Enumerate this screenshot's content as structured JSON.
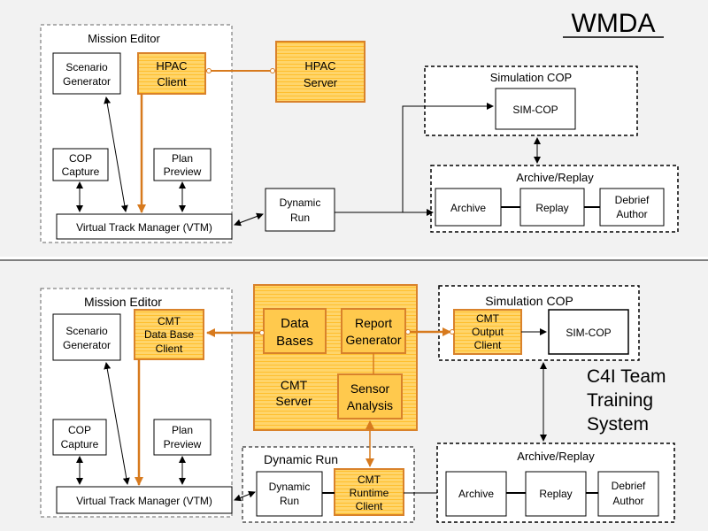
{
  "title": "WMDA",
  "top": {
    "mission_editor": "Mission Editor",
    "scenario_generator": [
      "Scenario",
      "Generator"
    ],
    "hpac_client": [
      "HPAC",
      "Client"
    ],
    "hpac_server": [
      "HPAC",
      "Server"
    ],
    "cop_capture": [
      "COP",
      "Capture"
    ],
    "plan_preview": [
      "Plan",
      "Preview"
    ],
    "vtm": "Virtual Track Manager (VTM)",
    "dynamic_run": [
      "Dynamic",
      "Run"
    ],
    "simulation_cop": "Simulation COP",
    "sim_cop": "SIM-COP",
    "archive_replay": "Archive/Replay",
    "archive": "Archive",
    "replay": "Replay",
    "debrief_author": [
      "Debrief",
      "Author"
    ]
  },
  "bottom": {
    "mission_editor": "Mission Editor",
    "scenario_generator": [
      "Scenario",
      "Generator"
    ],
    "cmt_db_client": [
      "CMT",
      "Data Base",
      "Client"
    ],
    "data_bases": [
      "Data",
      "Bases"
    ],
    "report_generator": [
      "Report",
      "Generator"
    ],
    "cmt_server": [
      "CMT",
      "Server"
    ],
    "sensor_analysis": [
      "Sensor",
      "Analysis"
    ],
    "cop_capture": [
      "COP",
      "Capture"
    ],
    "plan_preview": [
      "Plan",
      "Preview"
    ],
    "vtm": "Virtual Track Manager (VTM)",
    "dynamic_run_group": "Dynamic Run",
    "dynamic_run": [
      "Dynamic",
      "Run"
    ],
    "cmt_runtime_client": [
      "CMT",
      "Runtime",
      "Client"
    ],
    "simulation_cop": "Simulation COP",
    "cmt_output_client": [
      "CMT",
      "Output",
      "Client"
    ],
    "sim_cop": "SIM-COP",
    "c4i_label": [
      "C4I Team",
      "Training",
      "System"
    ],
    "archive_replay": "Archive/Replay",
    "archive": "Archive",
    "replay": "Replay",
    "debrief_author": [
      "Debrief",
      "Author"
    ]
  },
  "colors": {
    "orange_fill": "#ffc94d",
    "orange_stroke": "#d9822b",
    "arrow_orange": "#d77a1e",
    "panel_bg": "#f2f2f2"
  }
}
